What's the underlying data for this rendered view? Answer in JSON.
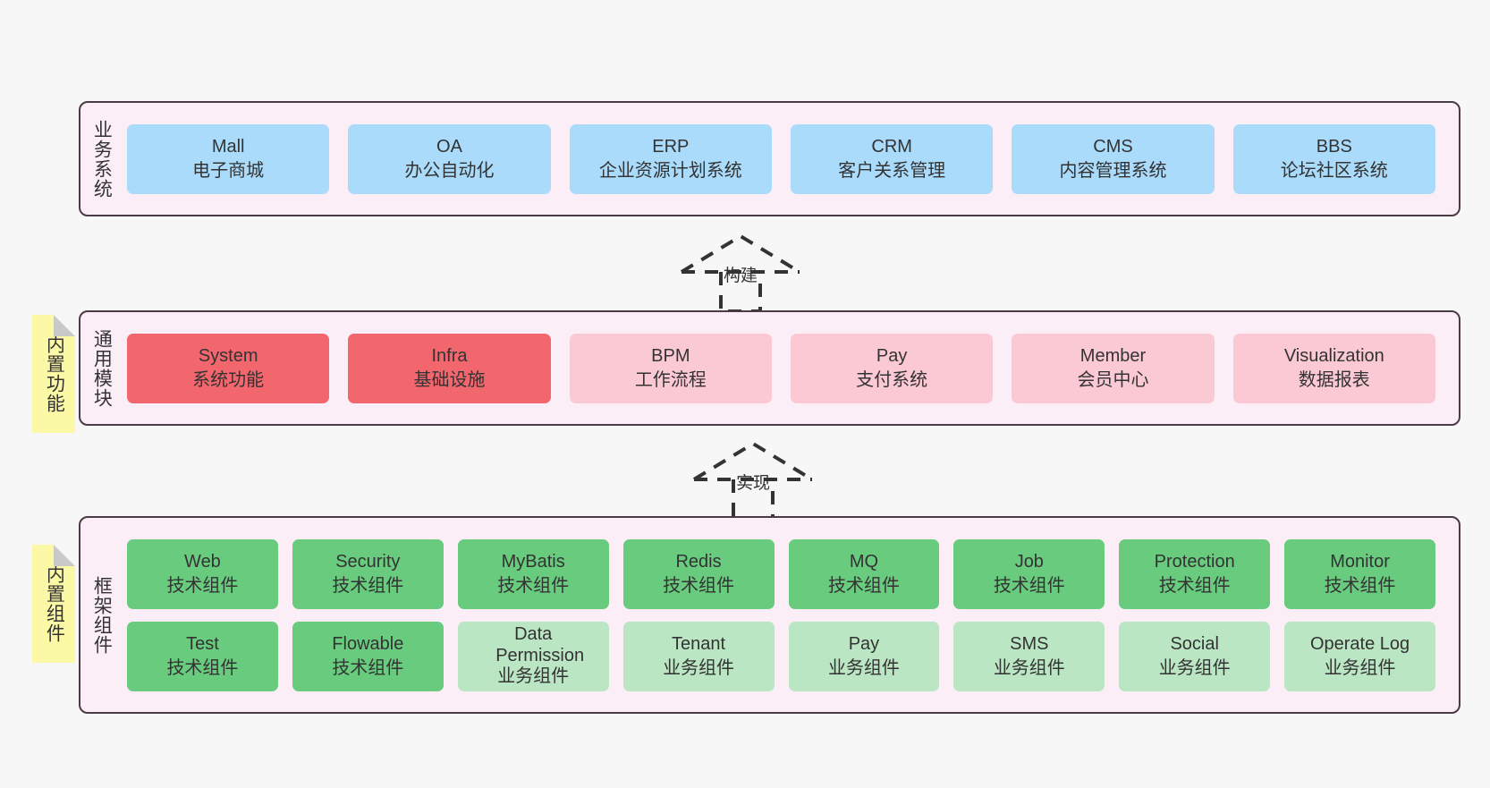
{
  "diagram": {
    "background": "#f7f7f7",
    "panel_bg": "#fbeef7",
    "panel_border": "#4a3b46",
    "note_bg": "#fbf9a6",
    "note_fold": "#c9c9c9"
  },
  "layers": [
    {
      "key": "business",
      "title": "业务系统",
      "note": null,
      "rows": [
        {
          "cards": [
            {
              "en": "Mall",
              "cn": "电子商城",
              "color": "#aadbfb",
              "style": "c-blue"
            },
            {
              "en": "OA",
              "cn": "办公自动化",
              "color": "#aadbfb",
              "style": "c-blue"
            },
            {
              "en": "ERP",
              "cn": "企业资源计划系统",
              "color": "#aadbfb",
              "style": "c-blue"
            },
            {
              "en": "CRM",
              "cn": "客户关系管理",
              "color": "#aadbfb",
              "style": "c-blue"
            },
            {
              "en": "CMS",
              "cn": "内容管理系统",
              "color": "#aadbfb",
              "style": "c-blue"
            },
            {
              "en": "BBS",
              "cn": "论坛社区系统",
              "color": "#aadbfb",
              "style": "c-blue"
            }
          ]
        }
      ]
    },
    {
      "key": "common",
      "title": "通用模块",
      "note": "内置功能",
      "rows": [
        {
          "cards": [
            {
              "en": "System",
              "cn": "系统功能",
              "color": "#f2666e",
              "style": "c-red"
            },
            {
              "en": "Infra",
              "cn": "基础设施",
              "color": "#f2666e",
              "style": "c-red"
            },
            {
              "en": "BPM",
              "cn": "工作流程",
              "color": "#fbc9d3",
              "style": "c-pink"
            },
            {
              "en": "Pay",
              "cn": "支付系统",
              "color": "#fbc9d3",
              "style": "c-pink"
            },
            {
              "en": "Member",
              "cn": "会员中心",
              "color": "#fbc9d3",
              "style": "c-pink"
            },
            {
              "en": "Visualization",
              "cn": "数据报表",
              "color": "#fbc9d3",
              "style": "c-pink"
            }
          ]
        }
      ]
    },
    {
      "key": "framework",
      "title": "框架组件",
      "note": "内置组件",
      "rows": [
        {
          "cards": [
            {
              "en": "Web",
              "cn": "技术组件",
              "color": "#68cb7e",
              "style": "c-green"
            },
            {
              "en": "Security",
              "cn": "技术组件",
              "color": "#68cb7e",
              "style": "c-green"
            },
            {
              "en": "MyBatis",
              "cn": "技术组件",
              "color": "#68cb7e",
              "style": "c-green"
            },
            {
              "en": "Redis",
              "cn": "技术组件",
              "color": "#68cb7e",
              "style": "c-green"
            },
            {
              "en": "MQ",
              "cn": "技术组件",
              "color": "#68cb7e",
              "style": "c-green"
            },
            {
              "en": "Job",
              "cn": "技术组件",
              "color": "#68cb7e",
              "style": "c-green"
            },
            {
              "en": "Protection",
              "cn": "技术组件",
              "color": "#68cb7e",
              "style": "c-green"
            },
            {
              "en": "Monitor",
              "cn": "技术组件",
              "color": "#68cb7e",
              "style": "c-green"
            }
          ]
        },
        {
          "cards": [
            {
              "en": "Test",
              "cn": "技术组件",
              "color": "#68cb7e",
              "style": "c-green"
            },
            {
              "en": "Flowable",
              "cn": "技术组件",
              "color": "#68cb7e",
              "style": "c-green"
            },
            {
              "en": "Data Permission",
              "cn": "业务组件",
              "color": "#bbe6c4",
              "style": "c-lightgreen"
            },
            {
              "en": "Tenant",
              "cn": "业务组件",
              "color": "#bbe6c4",
              "style": "c-lightgreen"
            },
            {
              "en": "Pay",
              "cn": "业务组件",
              "color": "#bbe6c4",
              "style": "c-lightgreen"
            },
            {
              "en": "SMS",
              "cn": "业务组件",
              "color": "#bbe6c4",
              "style": "c-lightgreen"
            },
            {
              "en": "Social",
              "cn": "业务组件",
              "color": "#bbe6c4",
              "style": "c-lightgreen"
            },
            {
              "en": "Operate Log",
              "cn": "业务组件",
              "color": "#bbe6c4",
              "style": "c-lightgreen"
            }
          ]
        }
      ]
    }
  ],
  "connectors": [
    {
      "key": "build",
      "label": "构建",
      "style": "dashed-generalization"
    },
    {
      "key": "implement",
      "label": "实现",
      "style": "dashed-generalization"
    }
  ]
}
